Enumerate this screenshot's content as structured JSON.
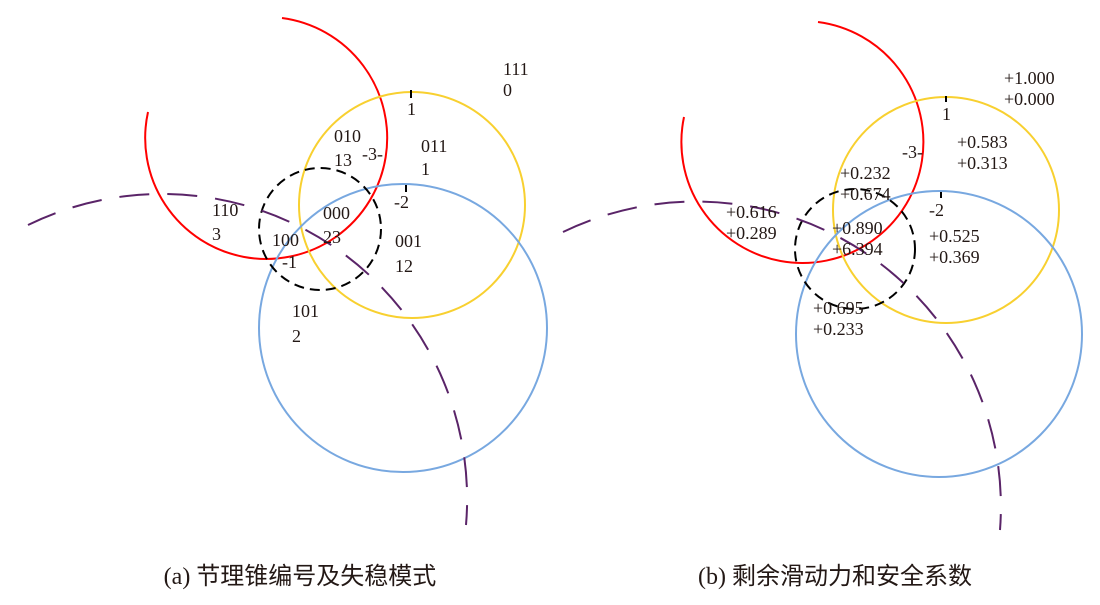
{
  "colors": {
    "red": "#ff0000",
    "yellow": "#f8d030",
    "blue": "#78a8e0",
    "black": "#000000",
    "purple": "#5a2468"
  },
  "panel_a": {
    "caption": "(a) 节理锥编号及失稳模式",
    "regions": [
      {
        "code": "111",
        "value": "0"
      },
      {
        "code": "010",
        "value": "13"
      },
      {
        "code": "011",
        "value": "1"
      },
      {
        "code": "110",
        "value": "3"
      },
      {
        "code": "000",
        "value": "23"
      },
      {
        "code": "100",
        "value": "-1"
      },
      {
        "code": "001",
        "value": "12"
      },
      {
        "code": "101",
        "value": "2"
      }
    ],
    "joint_marks": [
      "1",
      "-3-",
      "-2"
    ]
  },
  "panel_b": {
    "caption": "(b) 剩余滑动力和安全系数",
    "regions": [
      {
        "force": "+1.000",
        "factor": "+0.000"
      },
      {
        "force": "+0.583",
        "factor": "+0.313"
      },
      {
        "force": "+0.232",
        "factor": "+0.674"
      },
      {
        "force": "+0.616",
        "factor": "+0.289"
      },
      {
        "force": "+0.890",
        "factor": "+6.394"
      },
      {
        "force": "+0.525",
        "factor": "+0.369"
      },
      {
        "force": "+0.695",
        "factor": "+0.233"
      }
    ],
    "joint_marks": [
      "1",
      "-3-",
      "-2"
    ]
  }
}
